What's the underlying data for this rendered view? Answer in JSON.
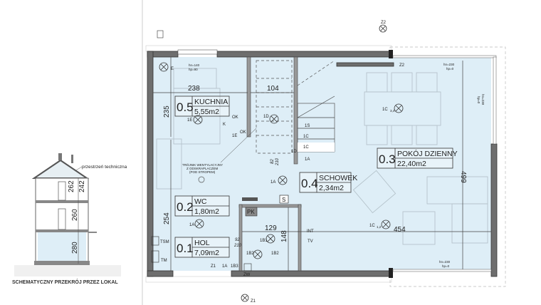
{
  "section": {
    "caption": "SCHEMATYCZNY PRZEKRÓJ PRZEZ LOKAL",
    "technical_space": "przestrzeń techniczna",
    "heights": [
      "262",
      "242",
      "260",
      "280"
    ]
  },
  "rooms": [
    {
      "number": "0.5",
      "name": "KUCHNIA",
      "area": "5,55m2"
    },
    {
      "number": "0.4",
      "name": "SCHOWEK",
      "area": "2,34m2"
    },
    {
      "number": "0.3",
      "name": "POKÓJ DZIENNY",
      "area": "22,40m2"
    },
    {
      "number": "0.2",
      "name": "WC",
      "area": "1,80m2"
    },
    {
      "number": "0.1",
      "name": "HOL",
      "area": "7,09m2"
    }
  ],
  "dimensions": {
    "kitchen_width": "238",
    "stair_width": "104",
    "kitchen_depth": "235",
    "hall_depth": "254",
    "wc_width": "129",
    "wc_depth": "148",
    "living_width": "454",
    "living_depth": "499",
    "door_hol": "92",
    "door_hol_h": "210",
    "door_schowek": "82",
    "door_schowek_h": "210"
  },
  "windows": {
    "kitchen": [
      "hn=140",
      "hp=90"
    ],
    "living_top": [
      "hn=230",
      "hp=0"
    ],
    "living_side": [
      "hn=230",
      "hp=0"
    ],
    "living_bottom": [
      "hn=230",
      "hp=0"
    ]
  },
  "symbols": {
    "1E": "1E",
    "1D": "1D",
    "1S": "1S",
    "1C34": "1C",
    "1C34_sub": "3,4",
    "1C12": "1C",
    "1C12_sub": "1,2",
    "1A": "1A",
    "OK": "OK",
    "K": "K",
    "PK": "PK",
    "S": "S",
    "INT": "INT",
    "TV": "TV",
    "TSM": "TSM",
    "TM": "TM",
    "ZW": "ZW",
    "Z1": "Z1",
    "Z2": "Z2",
    "1B1": "1B1",
    "1B2": "1B2",
    "1B3": "1B3",
    "E": "E"
  },
  "notes": {
    "vent": [
      "TRÓJNIK WENTYLACYJNY",
      "Z ODSKRAPLACZEM",
      "(POD STROPEM)"
    ]
  },
  "colors": {
    "room_fill": "#deeef7",
    "wall": "#6e6e6e"
  }
}
